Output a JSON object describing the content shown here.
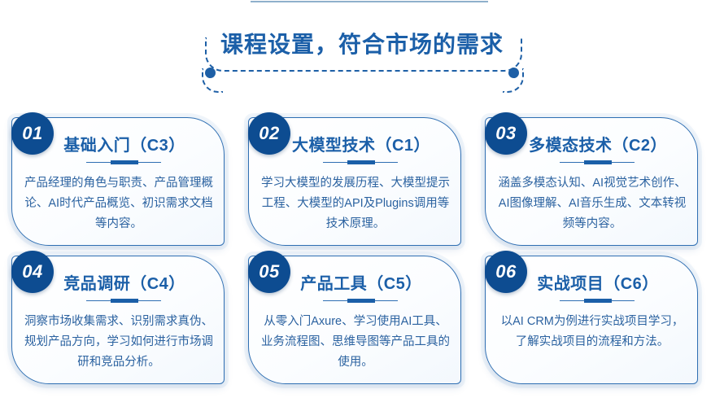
{
  "page": {
    "background": "#ffffff",
    "accent_dark": "#0d4c91",
    "accent": "#1b5fa8",
    "accent_light": "#2f6fb3",
    "body_text_color": "#2b62a0",
    "top_rule_color": "#8fb0cc"
  },
  "header": {
    "title": "课程设置，符合市场的需求",
    "left_dot": "dot-decoration",
    "right_dot": "dot-decoration"
  },
  "cards": [
    {
      "number": "01",
      "title": "基础入门（C3）",
      "body": "产品经理的角色与职责、产品管理概论、AI时代产品概览、初识需求文档等内容。"
    },
    {
      "number": "02",
      "title": "大模型技术（C1）",
      "body": "学习大模型的发展历程、大模型提示工程、大模型的API及Plugins调用等技术原理。"
    },
    {
      "number": "03",
      "title": "多模态技术（C2）",
      "body": "涵盖多模态认知、AI视觉艺术创作、AI图像理解、AI音乐生成、文本转视频等内容。"
    },
    {
      "number": "04",
      "title": "竞品调研（C4）",
      "body": "洞察市场收集需求、识别需求真伪、规划产品方向，学习如何进行市场调研和竞品分析。"
    },
    {
      "number": "05",
      "title": "产品工具（C5）",
      "body": "从零入门Axure、学习使用AI工具、业务流程图、思维导图等产品工具的使用。"
    },
    {
      "number": "06",
      "title": "实战项目（C6）",
      "body": "以AI CRM为例进行实战项目学习，了解实战项目的流程和方法。"
    }
  ]
}
